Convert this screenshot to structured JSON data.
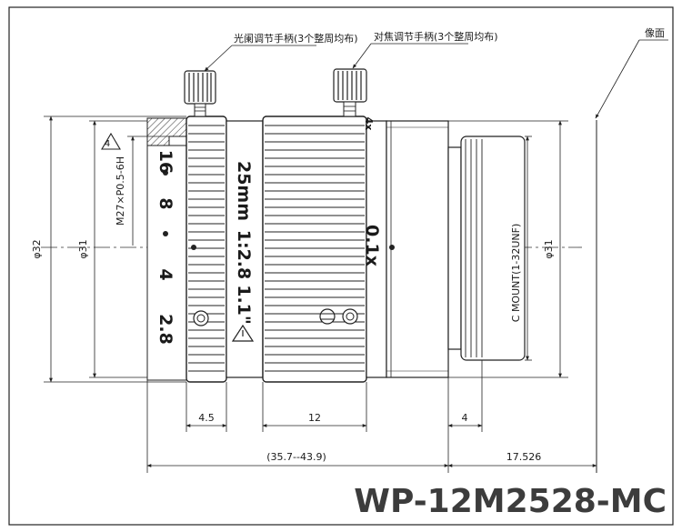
{
  "callouts": {
    "iris_handle": "光阑调节手柄(3个整周均布)",
    "focus_handle": "对焦调节手柄(3个整周均布)",
    "image_plane": "像面"
  },
  "barrel": {
    "focal": "25mm",
    "aperture": "1:2.8",
    "format": "1.1\"",
    "mag": "0.1x",
    "mag_small": "4x",
    "fnum_16": "16",
    "fnum_8": "8",
    "fnum_4": "4",
    "fnum_28": "2.8"
  },
  "dims": {
    "thread": "M27×P0.5-6H",
    "tri_mark": "4",
    "phi32": "φ32",
    "phi31_left": "φ31",
    "phi31_right": "φ31",
    "mount": "C MOUNT(1-32UNF)",
    "d_4_5": "4.5",
    "d_12": "12",
    "d_4": "4",
    "d_range": "(35.7--43.9)",
    "d_flange": "17.526"
  },
  "model": "WP-12M2528-MC"
}
